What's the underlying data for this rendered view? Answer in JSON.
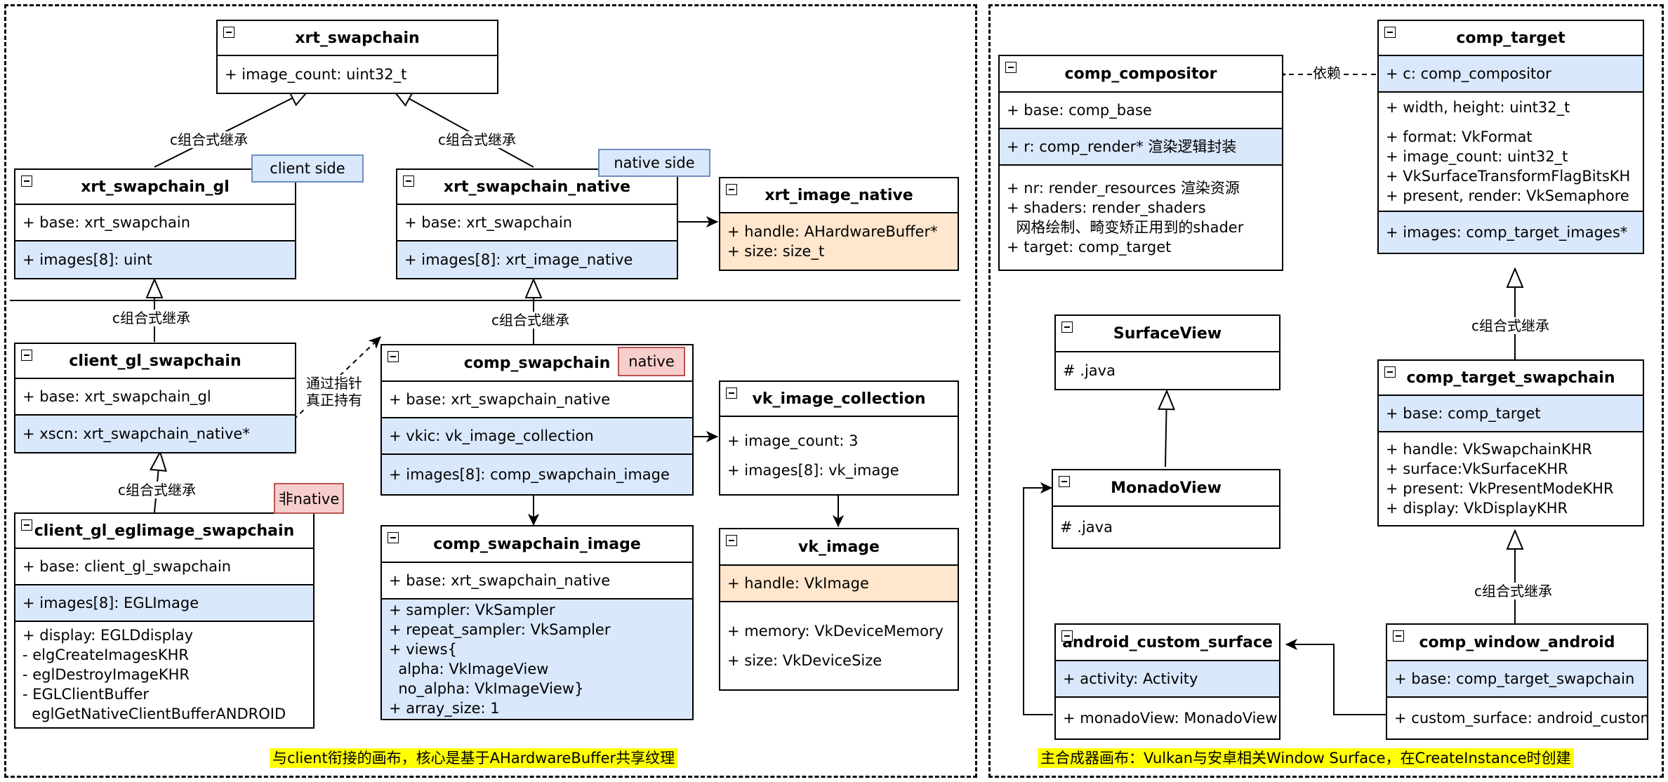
{
  "colors": {
    "blue": "#dae8fc",
    "orange": "#ffe6cc",
    "red_note": "#f8cecc",
    "caption_bg": "#ffff00",
    "border": "#000000"
  },
  "classes": {
    "xrt_swapchain": {
      "title": "xrt_swapchain",
      "sections": [
        [
          "+ image_count: uint32_t"
        ]
      ]
    },
    "xrt_swapchain_gl": {
      "title": "xrt_swapchain_gl",
      "sections": [
        [
          "+ base: xrt_swapchain"
        ],
        [
          "+ images[8]: uint"
        ]
      ]
    },
    "xrt_swapchain_native": {
      "title": "xrt_swapchain_native",
      "sections": [
        [
          "+ base: xrt_swapchain"
        ],
        [
          "+ images[8]: xrt_image_native"
        ]
      ]
    },
    "xrt_image_native": {
      "title": "xrt_image_native",
      "sections": [
        [
          "+ handle: AHardwareBuffer*",
          "+ size: size_t"
        ]
      ]
    },
    "client_gl_swapchain": {
      "title": "client_gl_swapchain",
      "sections": [
        [
          "+ base: xrt_swapchain_gl"
        ],
        [
          "+ xscn: xrt_swapchain_native*"
        ]
      ]
    },
    "comp_swapchain": {
      "title": "comp_swapchain",
      "sections": [
        [
          "+ base: xrt_swapchain_native"
        ],
        [
          "+ vkic: vk_image_collection"
        ],
        [
          "+ images[8]: comp_swapchain_image"
        ]
      ]
    },
    "vk_image_collection": {
      "title": "vk_image_collection",
      "sections": [
        [
          "+ image_count: 3",
          "",
          "+ images[8]: vk_image"
        ]
      ]
    },
    "client_gl_eglimage_swapchain": {
      "title": "client_gl_eglimage_swapchain",
      "sections": [
        [
          "+ base: client_gl_swapchain"
        ],
        [
          "+ images[8]: EGLImage"
        ],
        [
          "+ display: EGLDdisplay",
          "- elgCreateImagesKHR",
          "- eglDestroyImageKHR",
          "- EGLClientBuffer",
          "  eglGetNativeClientBufferANDROID"
        ]
      ]
    },
    "comp_swapchain_image": {
      "title": "comp_swapchain_image",
      "sections": [
        [
          "+ base: xrt_swapchain_native"
        ],
        [
          "+ sampler: VkSampler",
          "+ repeat_sampler: VkSampler",
          "+ views{",
          "  alpha: VkImageView",
          "  no_alpha: VkImageView}",
          "+ array_size: 1"
        ]
      ]
    },
    "vk_image": {
      "title": "vk_image",
      "sections": [
        [
          "+ handle: VkImage"
        ],
        [
          "+ memory: VkDeviceMemory",
          "",
          "+ size: VkDeviceSize"
        ]
      ]
    },
    "comp_compositor": {
      "title": "comp_compositor",
      "sections": [
        [
          "+ base: comp_base"
        ],
        [
          "+ r: comp_render* 渲染逻辑封装"
        ],
        [
          "+ nr: render_resources 渲染资源",
          "+ shaders: render_shaders",
          "  网格绘制、畸变矫正用到的shader",
          "+ target: comp_target"
        ]
      ]
    },
    "comp_target": {
      "title": "comp_target",
      "sections": [
        [
          "+ c: comp_compositor"
        ],
        [
          "+ width, height: uint32_t",
          "",
          "+ format: VkFormat",
          "+ image_count: uint32_t",
          "+ VkSurfaceTransformFlagBitsKH",
          "+ present, render: VkSemaphore"
        ],
        [
          "+ images: comp_target_images*"
        ]
      ]
    },
    "SurfaceView": {
      "title": "SurfaceView",
      "sections": [
        [
          "# .java"
        ]
      ]
    },
    "MonadoView": {
      "title": "MonadoView",
      "sections": [
        [
          "# .java"
        ]
      ]
    },
    "comp_target_swapchain": {
      "title": "comp_target_swapchain",
      "sections": [
        [
          "+ base: comp_target"
        ],
        [
          "+ handle: VkSwapchainKHR",
          "+ surface:VkSurfaceKHR",
          "+ present: VkPresentModeKHR",
          "+ display: VkDisplayKHR"
        ]
      ]
    },
    "android_custom_surface": {
      "title": "android_custom_surface",
      "sections": [
        [
          "+ activity: Activity"
        ],
        [
          "+ monadoView: MonadoView"
        ]
      ]
    },
    "comp_window_android": {
      "title": "comp_window_android",
      "sections": [
        [
          "+ base: comp_target_swapchain"
        ],
        [
          "+ custom_surface: android_custom"
        ]
      ]
    }
  },
  "labels": {
    "inherit": "c组合式继承",
    "depend": "依赖",
    "hold": "通过指针\n真正持有"
  },
  "notes": {
    "client_side": "client side",
    "native_side": "native side",
    "native": "native",
    "non_native": "非native"
  },
  "captions": {
    "left": "与client衔接的画布，核心是基于AHardwareBuffer共享纹理",
    "right": "主合成器画布：Vulkan与安卓相关Window Surface，在CreateInstance时创建"
  }
}
